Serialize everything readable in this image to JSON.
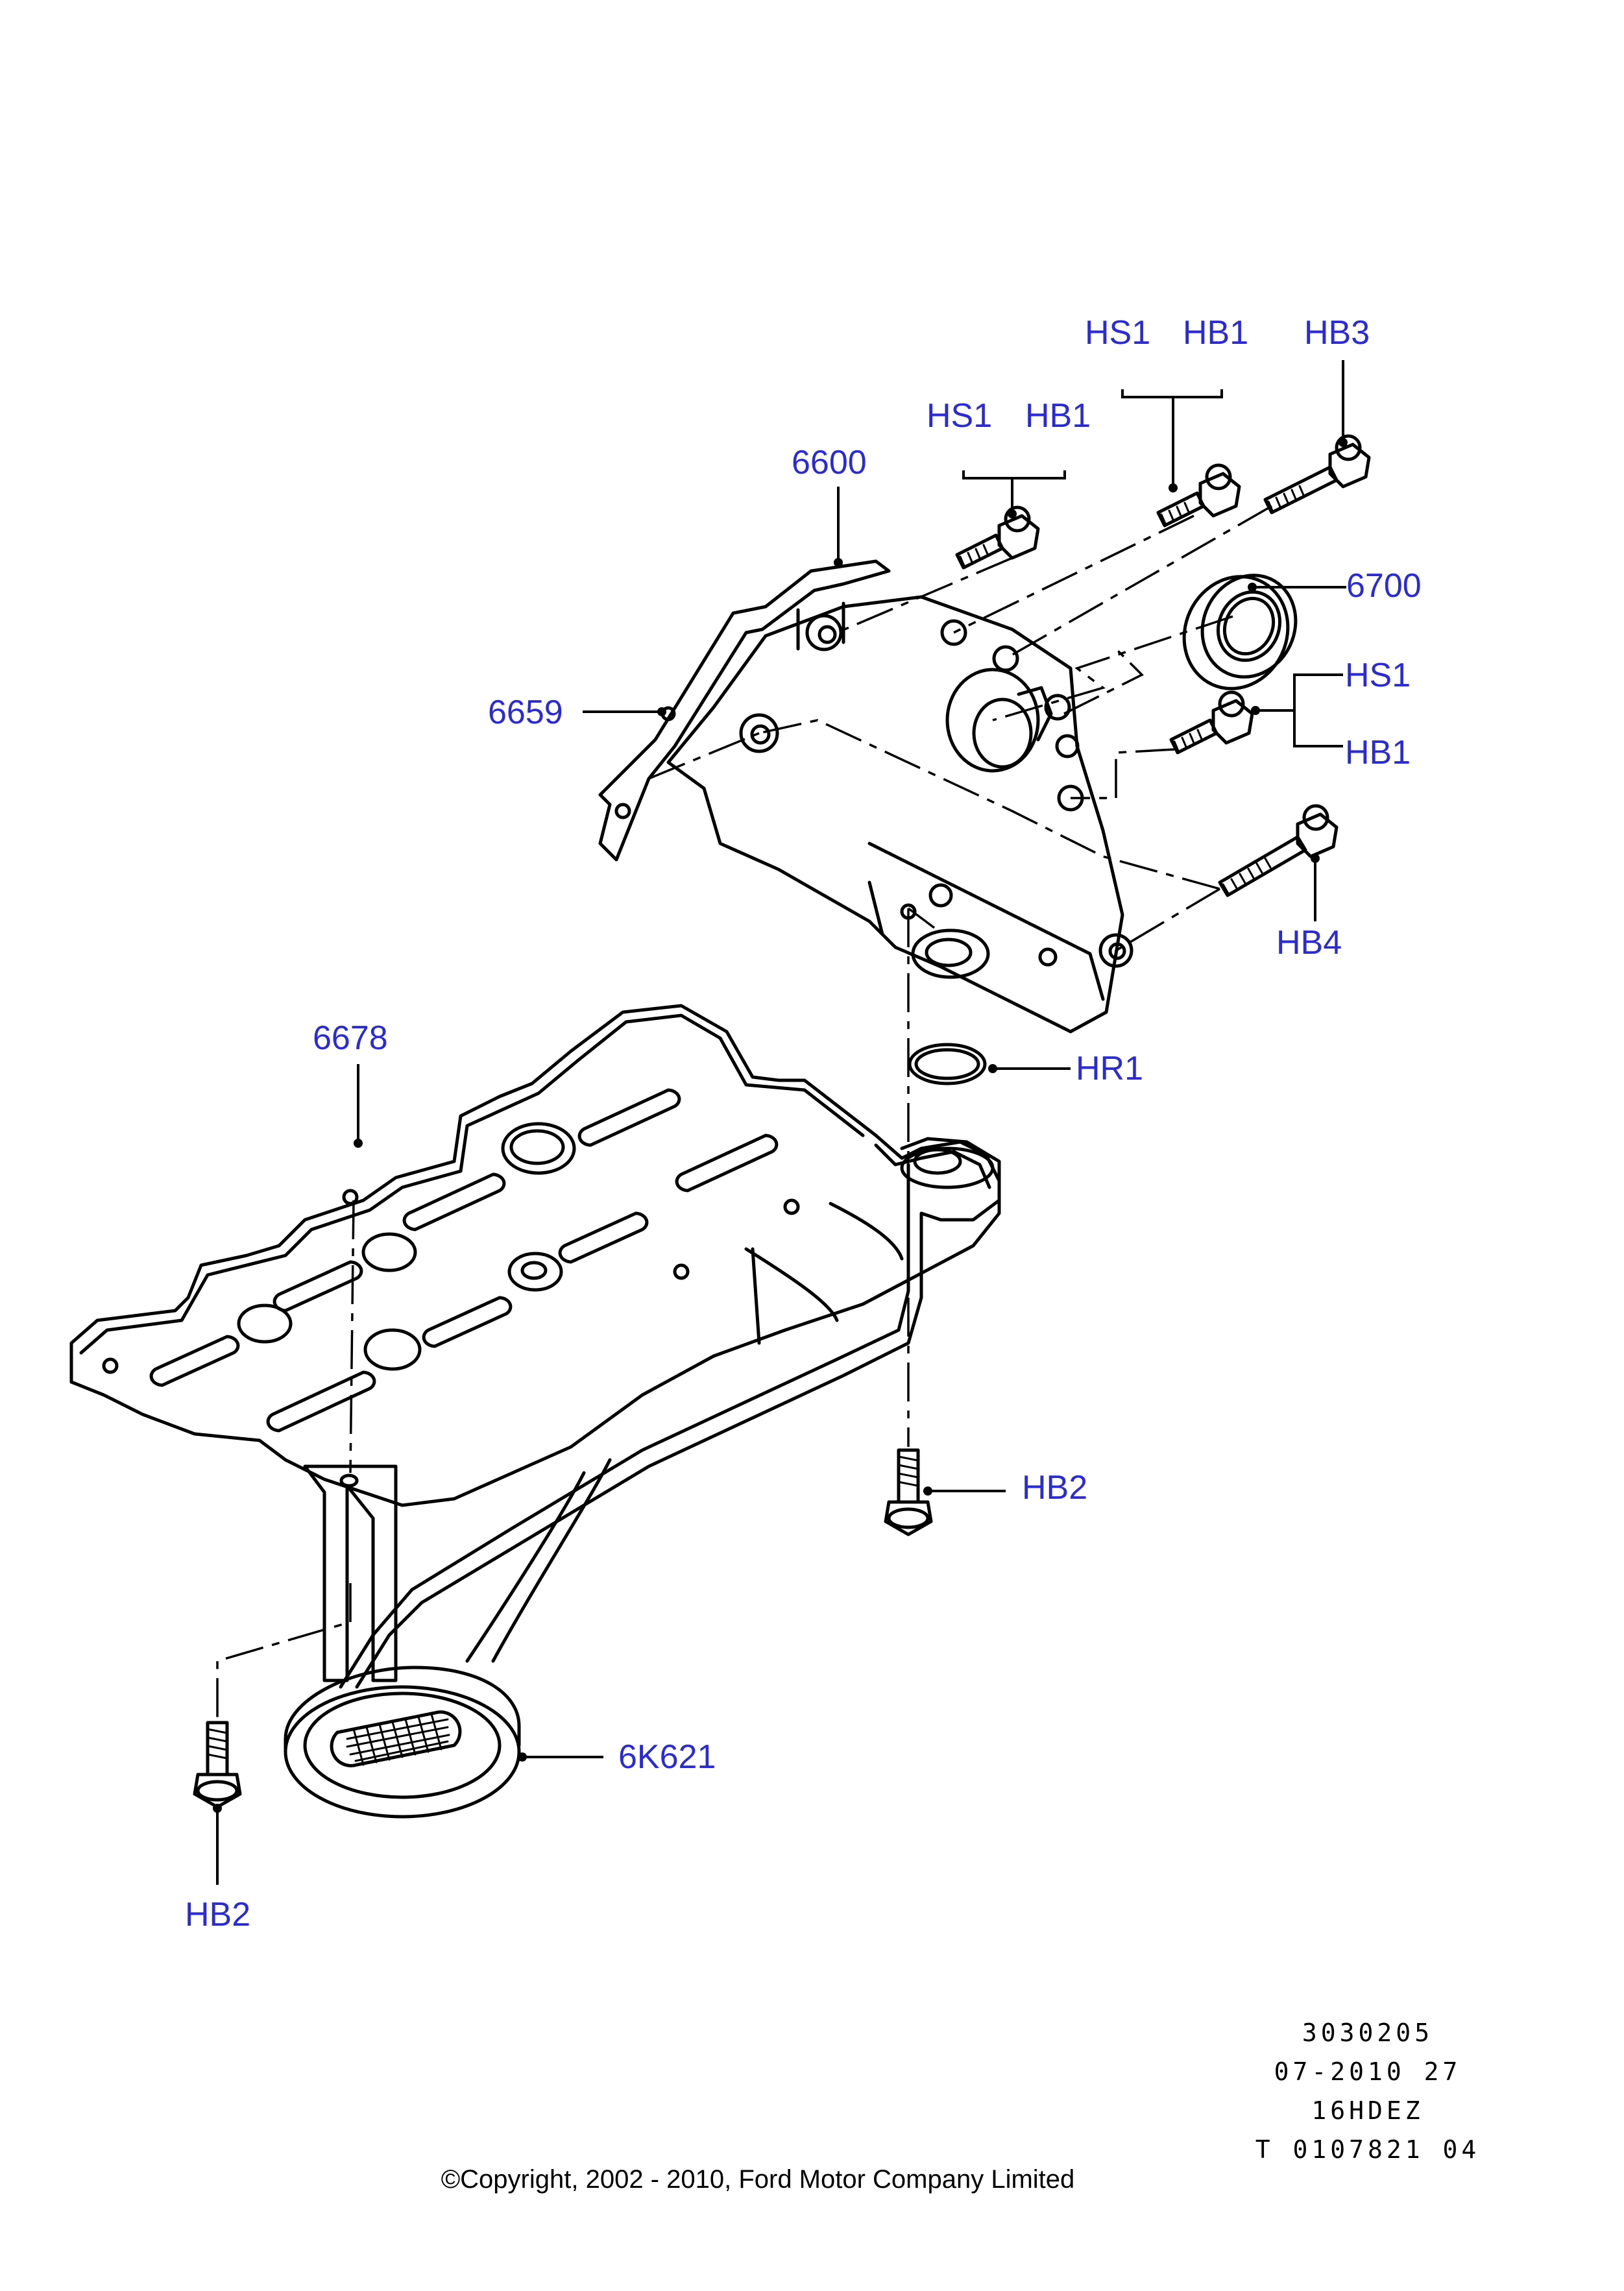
{
  "colors": {
    "callout": "#2b2bd6",
    "line": "#000000",
    "background": "#ffffff"
  },
  "callouts": {
    "hs1_top": "HS1",
    "hb1_top": "HB1",
    "hb3": "HB3",
    "hs1_mid": "HS1",
    "hb1_mid": "HB1",
    "p6600": "6600",
    "p6700": "6700",
    "hs1_right": "HS1",
    "hb1_right": "HB1",
    "p6659": "6659",
    "hb4": "HB4",
    "p6678": "6678",
    "hr1": "HR1",
    "hb2_right": "HB2",
    "p6k621": "6K621",
    "hb2_left": "HB2"
  },
  "meta": {
    "line1": "3030205",
    "line2": "07-2010 27",
    "line3": "16HDEZ",
    "line4": "T 0107821 04"
  },
  "copyright": "©Copyright, 2002 - 2010, Ford Motor Company Limited"
}
